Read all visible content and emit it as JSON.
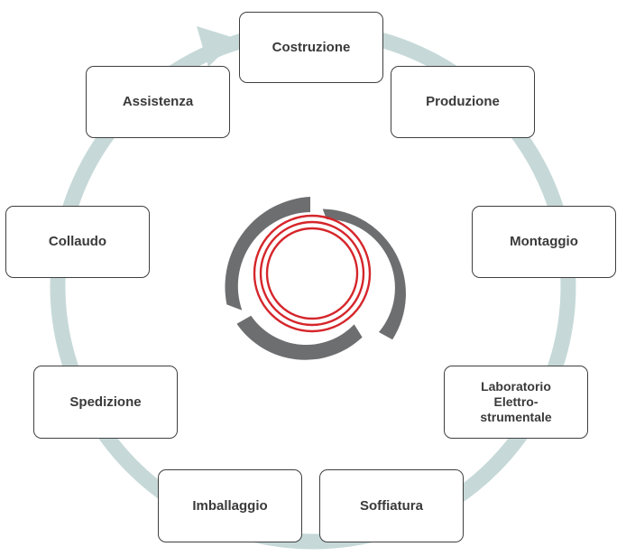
{
  "diagram": {
    "steps": [
      {
        "id": "costruzione",
        "lines": [
          "Costruzione"
        ]
      },
      {
        "id": "produzione",
        "lines": [
          "Produzione"
        ]
      },
      {
        "id": "montaggio",
        "lines": [
          "Montaggio"
        ]
      },
      {
        "id": "laboratorio",
        "lines": [
          "Laboratorio",
          "Elettro-",
          "strumentale"
        ]
      },
      {
        "id": "soffiatura",
        "lines": [
          "Soffiatura"
        ]
      },
      {
        "id": "imballaggio",
        "lines": [
          "Imballaggio"
        ]
      },
      {
        "id": "spedizione",
        "lines": [
          "Spedizione"
        ]
      },
      {
        "id": "collaudo",
        "lines": [
          "Collaudo"
        ]
      },
      {
        "id": "assistenza",
        "lines": [
          "Assistenza"
        ]
      }
    ]
  },
  "colors": {
    "cycle_arrow": "#c6d9d8",
    "box_border": "#3f3f3f",
    "box_text": "#3a3a3a",
    "logo_gray": "#6d6e70",
    "logo_red": "#d5262b"
  },
  "icons": {
    "logo": "circular-swirl-logo-icon",
    "cycle": "circular-cycle-arrow"
  }
}
